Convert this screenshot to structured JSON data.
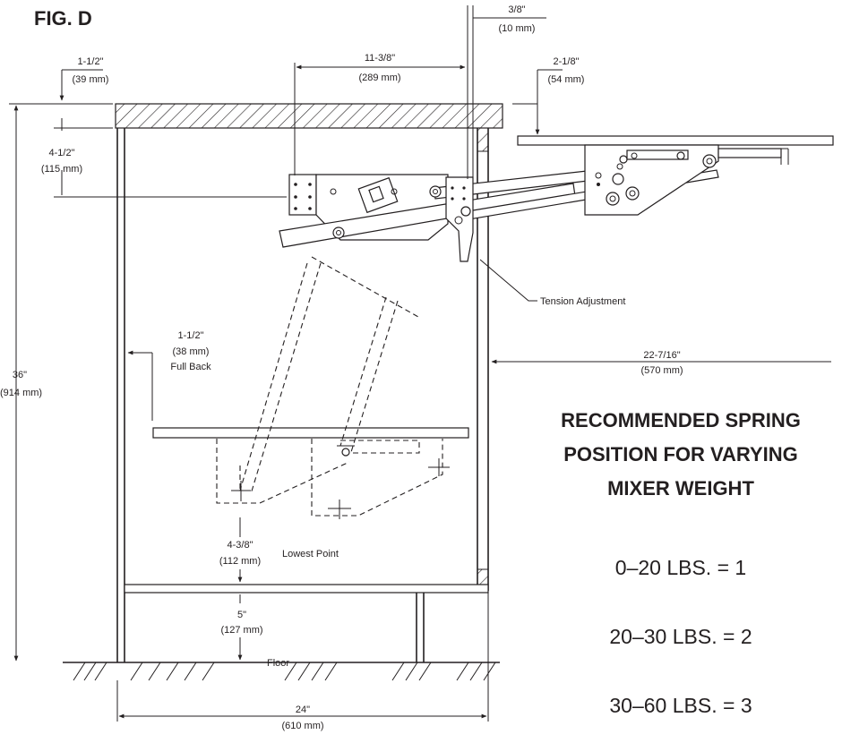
{
  "figure_label": "FIG. D",
  "dimensions": {
    "top_depth_a": {
      "imperial": "1-1/2\"",
      "metric": "(39 mm)"
    },
    "arm_distance": {
      "imperial": "11-3/8\"",
      "metric": "(289 mm)"
    },
    "side_gap": {
      "imperial": "3/8\"",
      "metric": "(10 mm)"
    },
    "shelf_drop": {
      "imperial": "2-1/8\"",
      "metric": "(54 mm)"
    },
    "bracket_drop": {
      "imperial": "4-1/2\"",
      "metric": "(115 mm)"
    },
    "full_back": {
      "imperial": "1-1/2\"",
      "metric": "(38 mm)",
      "note": "Full Back"
    },
    "cabinet_height": {
      "imperial": "36\"",
      "metric": "(914 mm)"
    },
    "extension": {
      "imperial": "22-7/16\"",
      "metric": "(570 mm)"
    },
    "lowest_point": {
      "imperial": "4-3/8\"",
      "metric": "(112 mm)",
      "note": "Lowest Point"
    },
    "toe_kick": {
      "imperial": "5\"",
      "metric": "(127 mm)"
    },
    "cabinet_width": {
      "imperial": "24\"",
      "metric": "(610 mm)"
    }
  },
  "callouts": {
    "tension": "Tension Adjustment",
    "floor": "Floor"
  },
  "recommendation": {
    "heading_lines": [
      "RECOMMENDED SPRING",
      "POSITION FOR VARYING",
      "MIXER WEIGHT"
    ],
    "rows": [
      "0–20 LBS. = 1",
      "20–30 LBS. = 2",
      "30–60 LBS. = 3"
    ]
  }
}
